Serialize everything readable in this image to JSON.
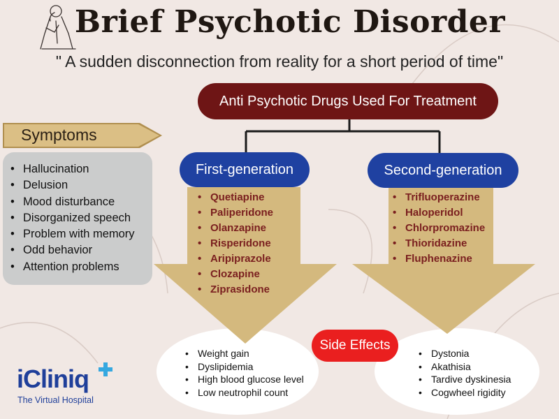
{
  "title": "Brief Psychotic Disorder",
  "subtitle": "\" A sudden disconnection from reality for a short period of time\"",
  "treatment": {
    "heading": "Anti Psychotic Drugs Used For Treatment",
    "first_generation": {
      "label": "First-generation",
      "drugs": [
        "Quetiapine",
        "Paliperidone",
        "Olanzapine",
        "Risperidone",
        "Aripiprazole",
        "Clozapine",
        "Ziprasidone"
      ],
      "side_effects": [
        "Weight gain",
        "Dyslipidemia",
        "High blood glucose level",
        "Low neutrophil count"
      ]
    },
    "second_generation": {
      "label": "Second-generation",
      "drugs": [
        "Trifluoperazine",
        "Haloperidol",
        "Chlorpromazine",
        "Thioridazine",
        "Fluphenazine"
      ],
      "side_effects": [
        "Dystonia",
        "Akathisia",
        "Tardive dyskinesia",
        "Cogwheel rigidity"
      ]
    },
    "side_effects_label": "Side Effects"
  },
  "symptoms": {
    "label": "Symptoms",
    "items": [
      "Hallucination",
      "Delusion",
      "Mood disturbance",
      "Disorganized speech",
      "Problem with memory",
      "Odd behavior",
      "Attention problems"
    ]
  },
  "logo": {
    "name": "iCliniq",
    "tagline": "The Virtual Hospital"
  },
  "colors": {
    "background": "#f1e8e4",
    "heading_pill": "#6e1515",
    "generation_pill": "#1f41a1",
    "side_effects_pill": "#ea1f1f",
    "arrow": "#d4b97e",
    "drug_text": "#7a1f1f",
    "symptoms_box": "#cbcccc",
    "logo": "#1f3f9a"
  },
  "icons": [
    "thinking-person-sketch-icon",
    "plus-icon"
  ]
}
